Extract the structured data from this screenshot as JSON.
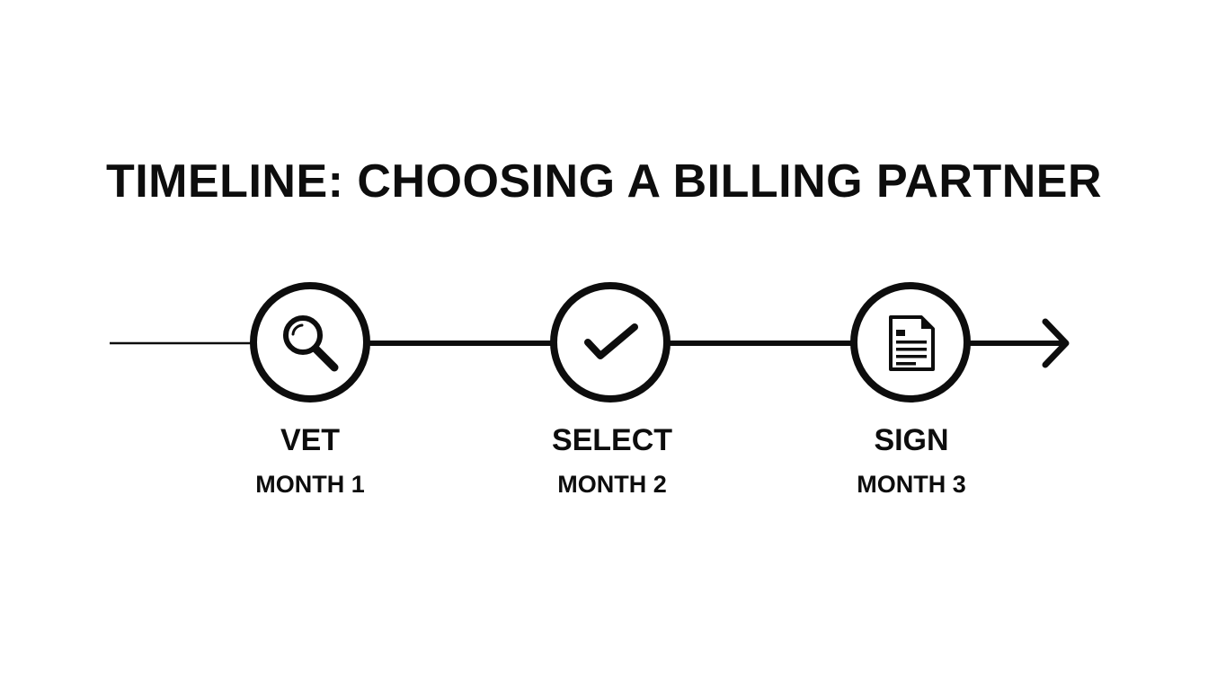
{
  "diagram": {
    "title": "TIMELINE: CHOOSING A BILLING PARTNER",
    "steps": [
      {
        "name": "VET",
        "period": "MONTH 1",
        "icon": "magnifying-glass-icon"
      },
      {
        "name": "SELECT",
        "period": "MONTH 2",
        "icon": "checkmark-icon"
      },
      {
        "name": "SIGN",
        "period": "MONTH 3",
        "icon": "document-icon"
      }
    ],
    "colors": {
      "ink": "#0d0d0d",
      "background": "#ffffff"
    }
  }
}
